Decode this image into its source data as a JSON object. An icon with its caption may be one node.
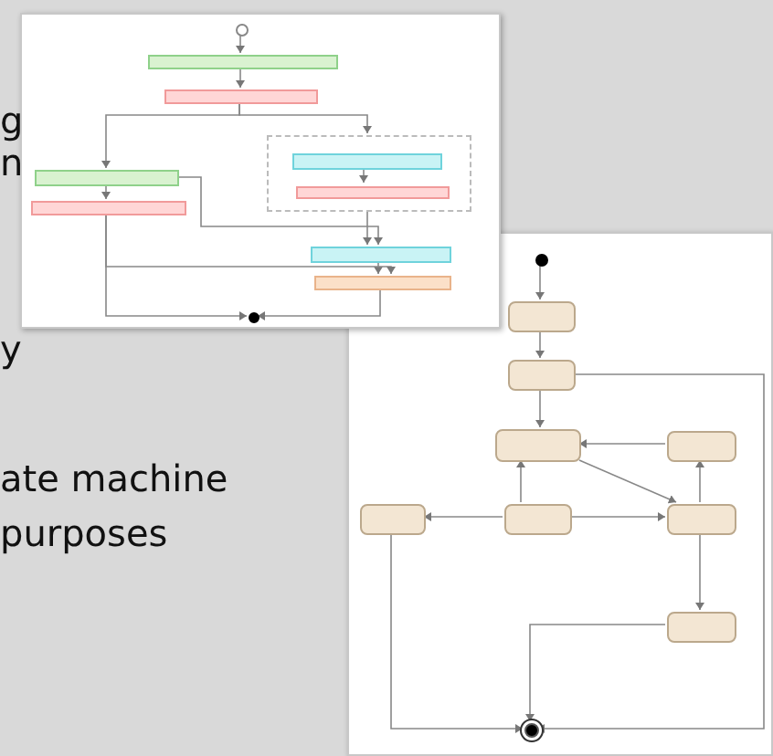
{
  "diagram": {
    "nodes": [
      {
        "text": [],
        "shape": "circle"
      },
      {
        "text": [],
        "shape": "box"
      },
      {
        "text": [],
        "shape": "box"
      },
      {
        "text": [],
        "shape": "box"
      },
      {
        "text": [],
        "shape": "box",
        "in": 3
      },
      {
        "text": [],
        "shape": "box",
        "in": 3
      },
      {
        "text": [],
        "shape": "box"
      },
      {
        "text": [],
        "shape": "box"
      },
      {
        "text": [],
        "shape": "box"
      },
      {
        "text": [],
        "shape": "box"
      },
      {
        "text": [],
        "shape": "circle"
      },
      {
        "text": [],
        "shape": "circle"
      },
      {
        "text": [],
        "shape": "box"
      },
      {
        "text": [],
        "shape": "box"
      },
      {
        "text": [],
        "shape": "box"
      },
      {
        "text": [],
        "shape": "box"
      },
      {
        "text": [],
        "shape": "box"
      },
      {
        "text": [],
        "shape": "box"
      },
      {
        "text": [],
        "shape": "box"
      },
      {
        "text": [],
        "shape": "box"
      },
      {
        "text": [],
        "shape": "circle"
      }
    ],
    "edges": [
      {
        "from": 0,
        "to": 1,
        "arrow": "to"
      },
      {
        "from": 1,
        "to": 2,
        "arrow": "to"
      },
      {
        "from": 2,
        "to": 6,
        "arrow": "to"
      },
      {
        "from": 2,
        "to": 3,
        "arrow": "to"
      },
      {
        "from": 4,
        "to": 5,
        "arrow": "to"
      },
      {
        "from": 6,
        "to": 7,
        "arrow": "to"
      },
      {
        "from": 6,
        "to": 8,
        "arrow": "to"
      },
      {
        "from": 3,
        "to": 8,
        "arrow": "to"
      },
      {
        "from": 8,
        "to": 9,
        "arrow": "to"
      },
      {
        "from": 7,
        "to": 10,
        "arrow": "to"
      },
      {
        "from": 9,
        "to": 10,
        "arrow": "to"
      },
      {
        "from": 7,
        "to": 9,
        "arrow": "to"
      },
      {
        "from": 11,
        "to": 12,
        "arrow": "to"
      },
      {
        "from": 12,
        "to": 13,
        "arrow": "to"
      },
      {
        "from": 13,
        "to": 14,
        "arrow": "to"
      },
      {
        "from": 13,
        "to": 20,
        "arrow": "to"
      },
      {
        "from": 14,
        "to": 18,
        "arrow": "to"
      },
      {
        "from": 15,
        "to": 14,
        "arrow": "to"
      },
      {
        "from": 18,
        "to": 15,
        "arrow": "to"
      },
      {
        "from": 17,
        "to": 14,
        "arrow": "to"
      },
      {
        "from": 17,
        "to": 16,
        "arrow": "to"
      },
      {
        "from": 17,
        "to": 18,
        "arrow": "to"
      },
      {
        "from": 18,
        "to": 19,
        "arrow": "to"
      },
      {
        "from": 19,
        "to": 20,
        "arrow": "to"
      },
      {
        "from": 16,
        "to": 20,
        "arrow": "to"
      }
    ],
    "labels": [
      "g",
      "n",
      "y",
      "ate machine",
      "purposes"
    ]
  }
}
